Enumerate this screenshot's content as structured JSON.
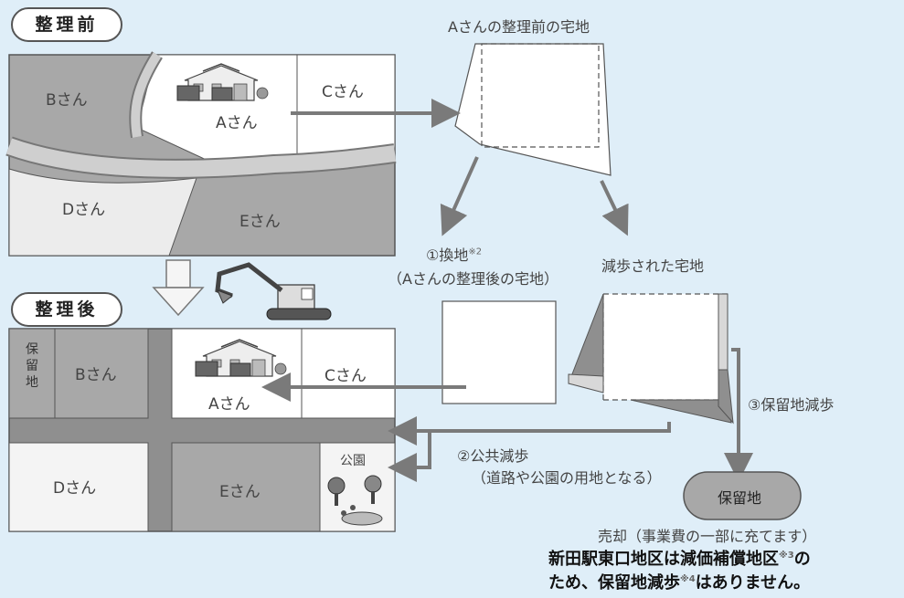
{
  "colors": {
    "background": "#dfeef8",
    "lot_gray": "#a8a8a8",
    "road_gray": "#8f8f8f",
    "lot_light": "#f4f4f4",
    "arrow": "#7a7a7a"
  },
  "before": {
    "heading": "整理前",
    "lots": {
      "b": "Bさん",
      "a": "Aさん",
      "c": "Cさん",
      "d": "Dさん",
      "e": "Eさん"
    }
  },
  "after": {
    "heading": "整理後",
    "reserve_vertical": [
      "保",
      "留",
      "地"
    ],
    "lots": {
      "b": "Bさん",
      "a": "Aさん",
      "c": "Cさん",
      "d": "Dさん",
      "e": "Eさん"
    },
    "park": "公園"
  },
  "flow": {
    "a_before_title": "Aさんの整理前の宅地",
    "exchange_label": "①換地",
    "exchange_note_mark": "※2",
    "exchange_sub": "（Aさんの整理後の宅地）",
    "reduced_title": "減歩された宅地",
    "public_reduction": "②公共減歩",
    "public_reduction_sub": "（道路や公園の用地となる）",
    "reserve_reduction": "③保留地減歩",
    "reserve_land": "保留地",
    "sale": "売却（事業費の一部に充てます）"
  },
  "footer": {
    "line1_a": "新田駅東口地区は減価補償地区",
    "line1_mark": "※3",
    "line1_b": "の",
    "line2_a": "ため、保留地減歩",
    "line2_mark": "※4",
    "line2_b": "はありません。"
  },
  "icons": [
    "house-icon",
    "excavator-icon",
    "park-trees-icon"
  ]
}
